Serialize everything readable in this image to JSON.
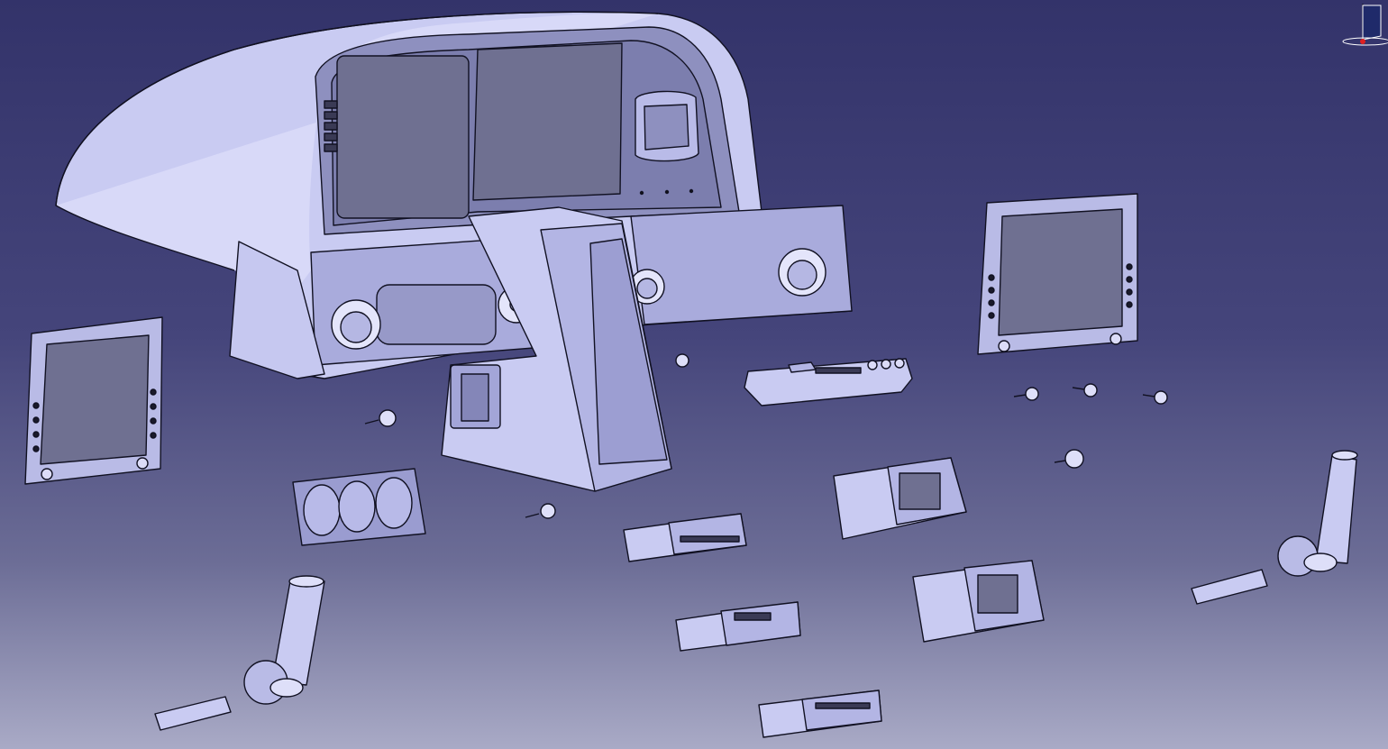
{
  "viewer": {
    "background_top": "#33336a",
    "background_bottom": "#a9aac6",
    "part_fill": "#c9cbf2",
    "part_fill_light": "#dedff9",
    "part_fill_dark": "#9a9cd0",
    "edge_color": "#111122",
    "screen_fill": "#6f7091"
  },
  "compass": {
    "icon": "axis-compass-icon",
    "accent": "#e02020"
  },
  "parts": [
    {
      "name": "glareshield-cowl",
      "icon": "cowl-shell"
    },
    {
      "name": "instrument-panel",
      "icon": "panel-with-two-displays"
    },
    {
      "name": "center-console",
      "icon": "console-pedestal"
    },
    {
      "name": "left-display-unit",
      "icon": "display-bezel"
    },
    {
      "name": "right-display-unit",
      "icon": "display-bezel"
    },
    {
      "name": "standby-gauge-cluster",
      "icon": "three-dial-gauge"
    },
    {
      "name": "audio-panel",
      "icon": "button-strip"
    },
    {
      "name": "transponder",
      "icon": "radio-box"
    },
    {
      "name": "com-radio",
      "icon": "radio-box"
    },
    {
      "name": "nav-radio",
      "icon": "radio-box"
    },
    {
      "name": "gps-nav-upper",
      "icon": "gps-box"
    },
    {
      "name": "gps-nav-lower",
      "icon": "gps-box"
    },
    {
      "name": "left-sidestick",
      "icon": "stick"
    },
    {
      "name": "right-sidestick",
      "icon": "stick"
    },
    {
      "name": "left-stick-base",
      "icon": "bar-block"
    },
    {
      "name": "right-stick-base",
      "icon": "bar-block"
    },
    {
      "name": "fasteners",
      "icon": "screw"
    }
  ]
}
